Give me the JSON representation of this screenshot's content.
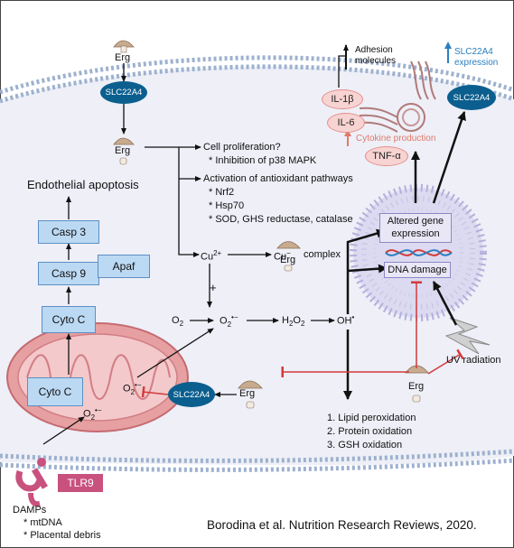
{
  "labels": {
    "erg_top": "Erg",
    "erg_inside": "Erg",
    "erg_mito": "Erg",
    "erg_bottom": "Erg",
    "erg_complex": "Erg",
    "slc_top": "SLC22A4",
    "slc_mito": "SLC22A4",
    "slc_right": "SLC22A4",
    "slc_expression": "SLC22A4\nexpression",
    "adhesion": "Adhesion\nmolecules",
    "il1b": "IL-1β",
    "il6": "IL-6",
    "tnfa": "TNF-α",
    "cytokine_production": "Cytokine production",
    "cell_prolif": "Cell proliferation?",
    "inhib_p38": "* Inhibition of p38 MAPK",
    "activation": "Activation of antioxidant pathways",
    "nrf2": "* Nrf2",
    "hsp70": "* Hsp70",
    "sod": "* SOD, GHS reductase, catalase",
    "endothelial_apoptosis": "Endothelial apoptosis",
    "casp3": "Casp 3",
    "casp9": "Casp 9",
    "apaf": "Apaf",
    "cytoc_1": "Cyto C",
    "cytoc_2": "Cyto C",
    "cu2": "Cu",
    "cu2_sup": "2+",
    "cu_minus": "Cu",
    "cu_minus_sup": "−",
    "complex": "complex",
    "plus": "+",
    "o2": "O",
    "o2_sub": "2",
    "o2r": "O",
    "o2r_sub": "2",
    "o2r_sup": "•−",
    "h2o2_a": "H",
    "h2o2_sub1": "2",
    "h2o2_b": "O",
    "h2o2_sub2": "2",
    "oh": "OH",
    "oh_sup": "•",
    "o2_mito": "O",
    "o2_mito_sub": "2",
    "o2_mito_sup": "•−",
    "o2_out": "O",
    "o2_out_sub": "2",
    "o2_out_sup": "•−",
    "altered": "Altered gene\nexpression",
    "dna_damage": "DNA damage",
    "uv": "UV radiation",
    "lipid": "1. Lipid peroxidation",
    "protein": "2. Protein oxidation",
    "gsh": "3. GSH oxidation",
    "tlr9": "TLR9",
    "damps": "DAMPs",
    "mtdna": "* mtDNA",
    "placental": "* Placental debris",
    "citation": "Borodina et al. Nutrition Research Reviews, 2020."
  },
  "colors": {
    "membrane": "#9db1cf",
    "cytoplasm": "#eeeff7",
    "transporter": "#0b5f8e",
    "inhibit": "#d23a3a",
    "mitochondrion": "#e6a0a2",
    "nucleus": "#c9c6e6",
    "tlr9": "#c8517d",
    "box": "#bcd9f3"
  }
}
